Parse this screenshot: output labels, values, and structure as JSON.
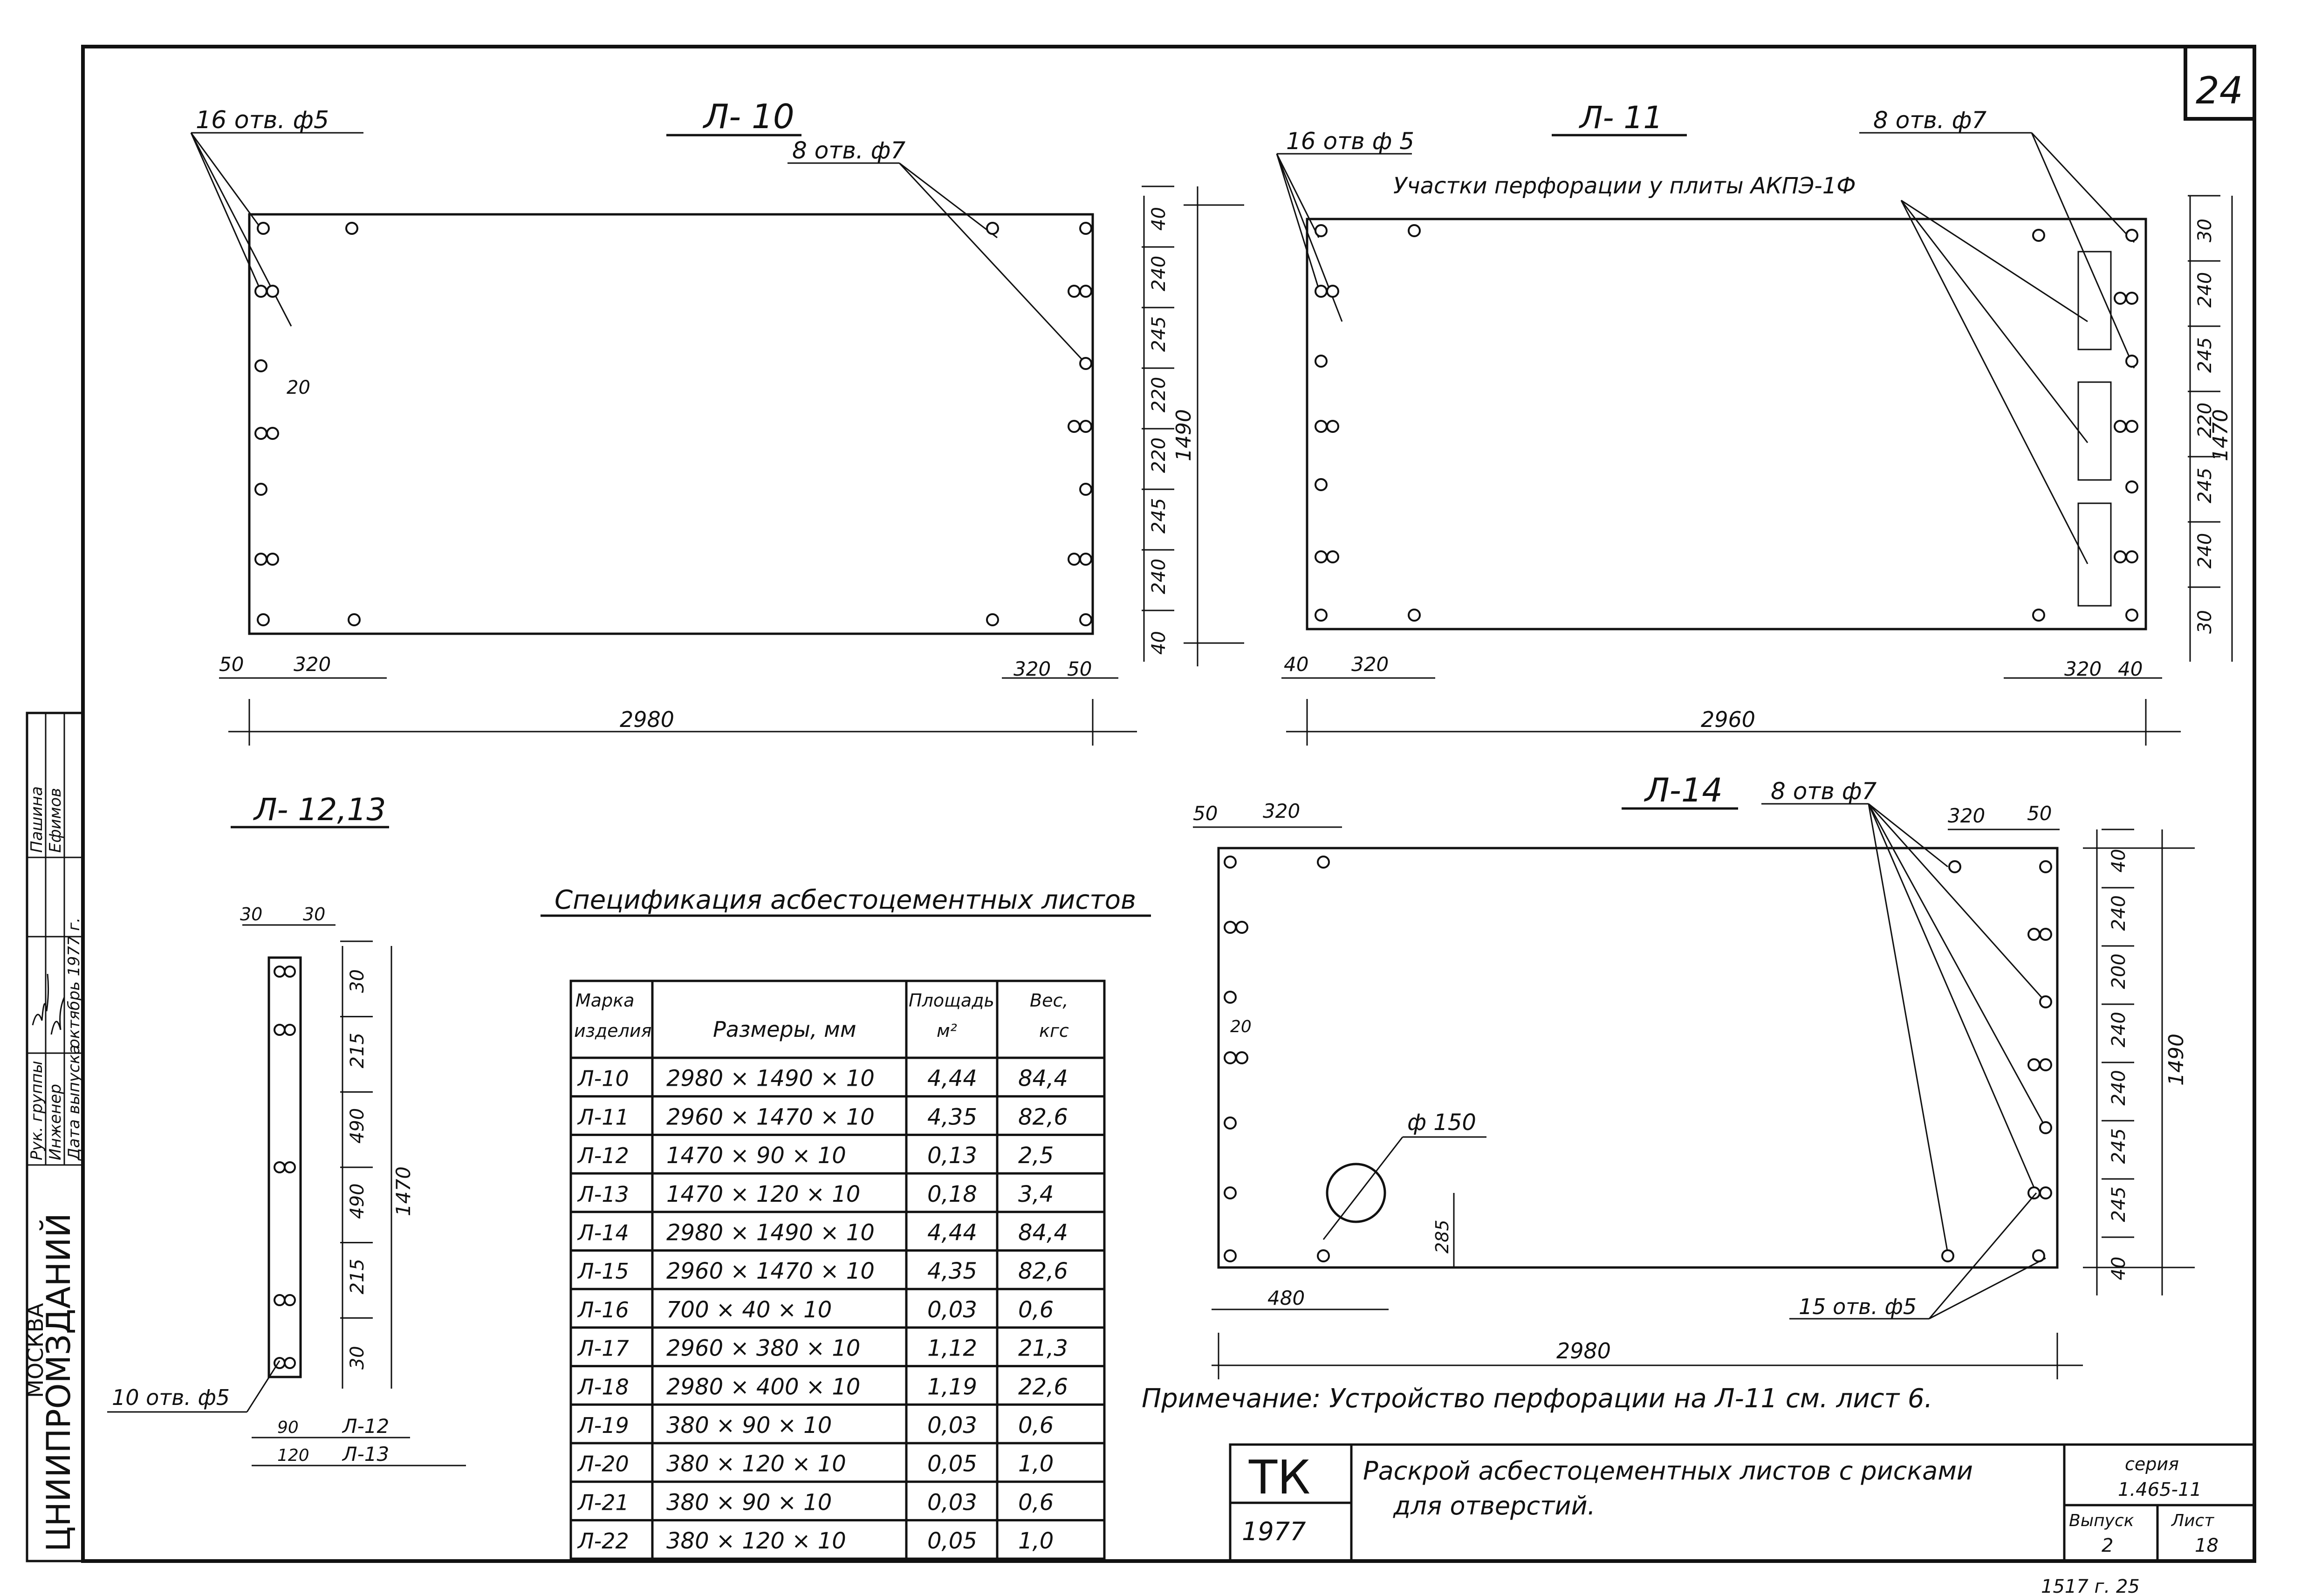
{
  "sheet_number": "24",
  "drawing_l10": {
    "title": "Л- 10",
    "holes_left": "16 отв. ф5",
    "holes_right": "8 отв. ф7",
    "dims_bottom": [
      "50",
      "320",
      "320",
      "50"
    ],
    "dim_total_width": "2980",
    "dims_right": [
      "40",
      "240",
      "245",
      "220",
      "220",
      "245",
      "240",
      "40"
    ],
    "dim_total_height": "1490",
    "dim_spacing": "20"
  },
  "drawing_l11": {
    "title": "Л- 11",
    "holes_left": "16 отв ф 5",
    "holes_right": "8 отв. ф7",
    "perforation_note": "Участки перфорации у плиты АКПЭ-1Ф",
    "dims_bottom": [
      "40",
      "320",
      "320",
      "40"
    ],
    "dim_total_width": "2960",
    "dims_right": [
      "30",
      "240",
      "245",
      "220",
      "245",
      "240",
      "30"
    ],
    "dim_total_height": "1470"
  },
  "drawing_l12": {
    "title": "Л- 12,13",
    "dims_top": [
      "30",
      "30"
    ],
    "dims_right": [
      "30",
      "215",
      "490",
      "490",
      "215",
      "30"
    ],
    "dim_total_height": "1470",
    "holes_label": "10 отв. ф5",
    "width_12": "90",
    "width_13": "120",
    "label_12": "Л-12",
    "label_13": "Л-13"
  },
  "drawing_l14": {
    "title": "Л-14",
    "holes_right": "8 отв ф7",
    "holes_bottom": "15 отв. ф5",
    "hole_diameter": "ф 150",
    "dims_top_left": [
      "50",
      "320"
    ],
    "dims_top_right": [
      "320",
      "50"
    ],
    "dims_right": [
      "40",
      "240",
      "200",
      "240",
      "240",
      "245",
      "245",
      "40"
    ],
    "dim_total_height": "1490",
    "dim_total_width": "2980",
    "dim_480": "480",
    "dim_285": "285",
    "dim_spacing": "20"
  },
  "spec": {
    "title": "Спецификация асбестоцементных листов",
    "headers": [
      "Марка изделия",
      "Размеры, мм",
      "Площадь м²",
      "Вес, кгс"
    ],
    "header_lines": [
      [
        "Марка",
        "изделия"
      ],
      [
        "Размеры, мм"
      ],
      [
        "Площадь",
        "м²"
      ],
      [
        "Вес,",
        "кгс"
      ]
    ],
    "rows": [
      [
        "Л-10",
        "2980 × 1490 × 10",
        "4,44",
        "84,4"
      ],
      [
        "Л-11",
        "2960 × 1470 × 10",
        "4,35",
        "82,6"
      ],
      [
        "Л-12",
        "1470 × 90 × 10",
        "0,13",
        "2,5"
      ],
      [
        "Л-13",
        "1470 × 120 × 10",
        "0,18",
        "3,4"
      ],
      [
        "Л-14",
        "2980 × 1490 × 10",
        "4,44",
        "84,4"
      ],
      [
        "Л-15",
        "2960 × 1470 × 10",
        "4,35",
        "82,6"
      ],
      [
        "Л-16",
        "700 × 40 × 10",
        "0,03",
        "0,6"
      ],
      [
        "Л-17",
        "2960 × 380 × 10",
        "1,12",
        "21,3"
      ],
      [
        "Л-18",
        "2980 × 400 × 10",
        "1,19",
        "22,6"
      ],
      [
        "Л-19",
        "380 × 90 × 10",
        "0,03",
        "0,6"
      ],
      [
        "Л-20",
        "380 × 120 × 10",
        "0,05",
        "1,0"
      ],
      [
        "Л-21",
        "380 × 90 × 10",
        "0,03",
        "0,6"
      ],
      [
        "Л-22",
        "380 × 120 × 10",
        "0,05",
        "1,0"
      ]
    ]
  },
  "note": "Примечание: Устройство перфорации на Л-11 см. лист 6.",
  "title_block": {
    "org": "ТК",
    "year": "1977",
    "description_line1": "Раскрой асбестоцементных листов с рисками",
    "description_line2": "для отверстий.",
    "series_label": "серия",
    "series_value": "1.465-11",
    "issue_label": "Выпуск",
    "issue_value": "2",
    "sheet_label": "Лист",
    "sheet_value": "18"
  },
  "side_stamp": {
    "org_name": "ЦНИИПРОМЗДАНИЙ",
    "city": "МОСКВА",
    "rows": [
      [
        "Рук. группы",
        "",
        "Пашина"
      ],
      [
        "Инженер",
        "",
        "Ефимов"
      ],
      [
        "Дата выпуска",
        "октябрь 1977 г."
      ]
    ]
  },
  "corner_numbers": "1517 г. 25"
}
